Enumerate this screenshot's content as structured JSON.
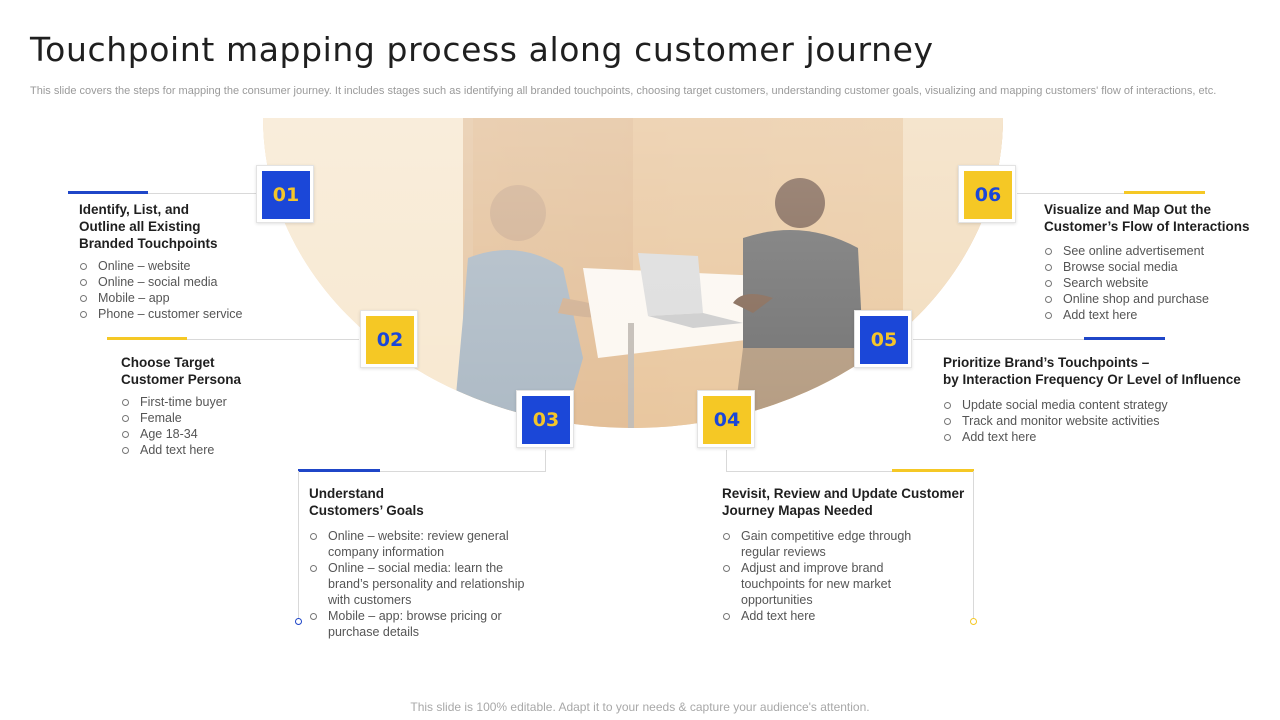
{
  "title": "Touchpoint mapping process along customer journey",
  "subtitle": "This slide covers the steps for mapping the consumer journey. It includes stages such as identifying all branded touchpoints, choosing target customers, understanding customer goals, visualizing and mapping customers' flow of interactions, etc.",
  "footer": "This slide is 100% editable. Adapt it to your needs & capture your audience's attention.",
  "colors": {
    "blue": "#1b47d8",
    "yellow": "#f5c825"
  },
  "steps": [
    {
      "number": "01",
      "color": "blue",
      "heading": "Identify, List, and\nOutline all Existing\nBranded Touchpoints",
      "items": [
        "Online – website",
        "Online – social media",
        "Mobile – app",
        "Phone – customer service"
      ]
    },
    {
      "number": "02",
      "color": "yellow",
      "heading": "Choose Target\nCustomer Persona",
      "items": [
        "First-time buyer",
        "Female",
        "Age 18-34",
        "Add text here"
      ]
    },
    {
      "number": "03",
      "color": "blue",
      "heading": "Understand\nCustomers’ Goals",
      "items": [
        "Online – website: review  general\ncompany information",
        "Online – social media: learn the\nbrand’s personality and relationship\nwith customers",
        "Mobile – app: browse pricing or\npurchase details"
      ]
    },
    {
      "number": "04",
      "color": "yellow",
      "heading": "Revisit, Review and Update Customer\nJourney Mapas Needed",
      "items": [
        "Gain competitive edge through\nregular reviews",
        "Adjust and improve  brand\ntouchpoints for new market\nopportunities",
        "Add text here"
      ]
    },
    {
      "number": "05",
      "color": "blue",
      "heading": "Prioritize Brand’s Touchpoints –\nby Interaction Frequency Or Level of Influence",
      "items": [
        "Update social media content strategy",
        "Track and monitor website activities",
        "Add text here"
      ]
    },
    {
      "number": "06",
      "color": "yellow",
      "heading": "Visualize and Map Out the\nCustomer’s Flow of Interactions",
      "items": [
        "See online advertisement",
        "Browse social media",
        "Search website",
        "Online shop and purchase",
        "Add text here"
      ]
    }
  ]
}
